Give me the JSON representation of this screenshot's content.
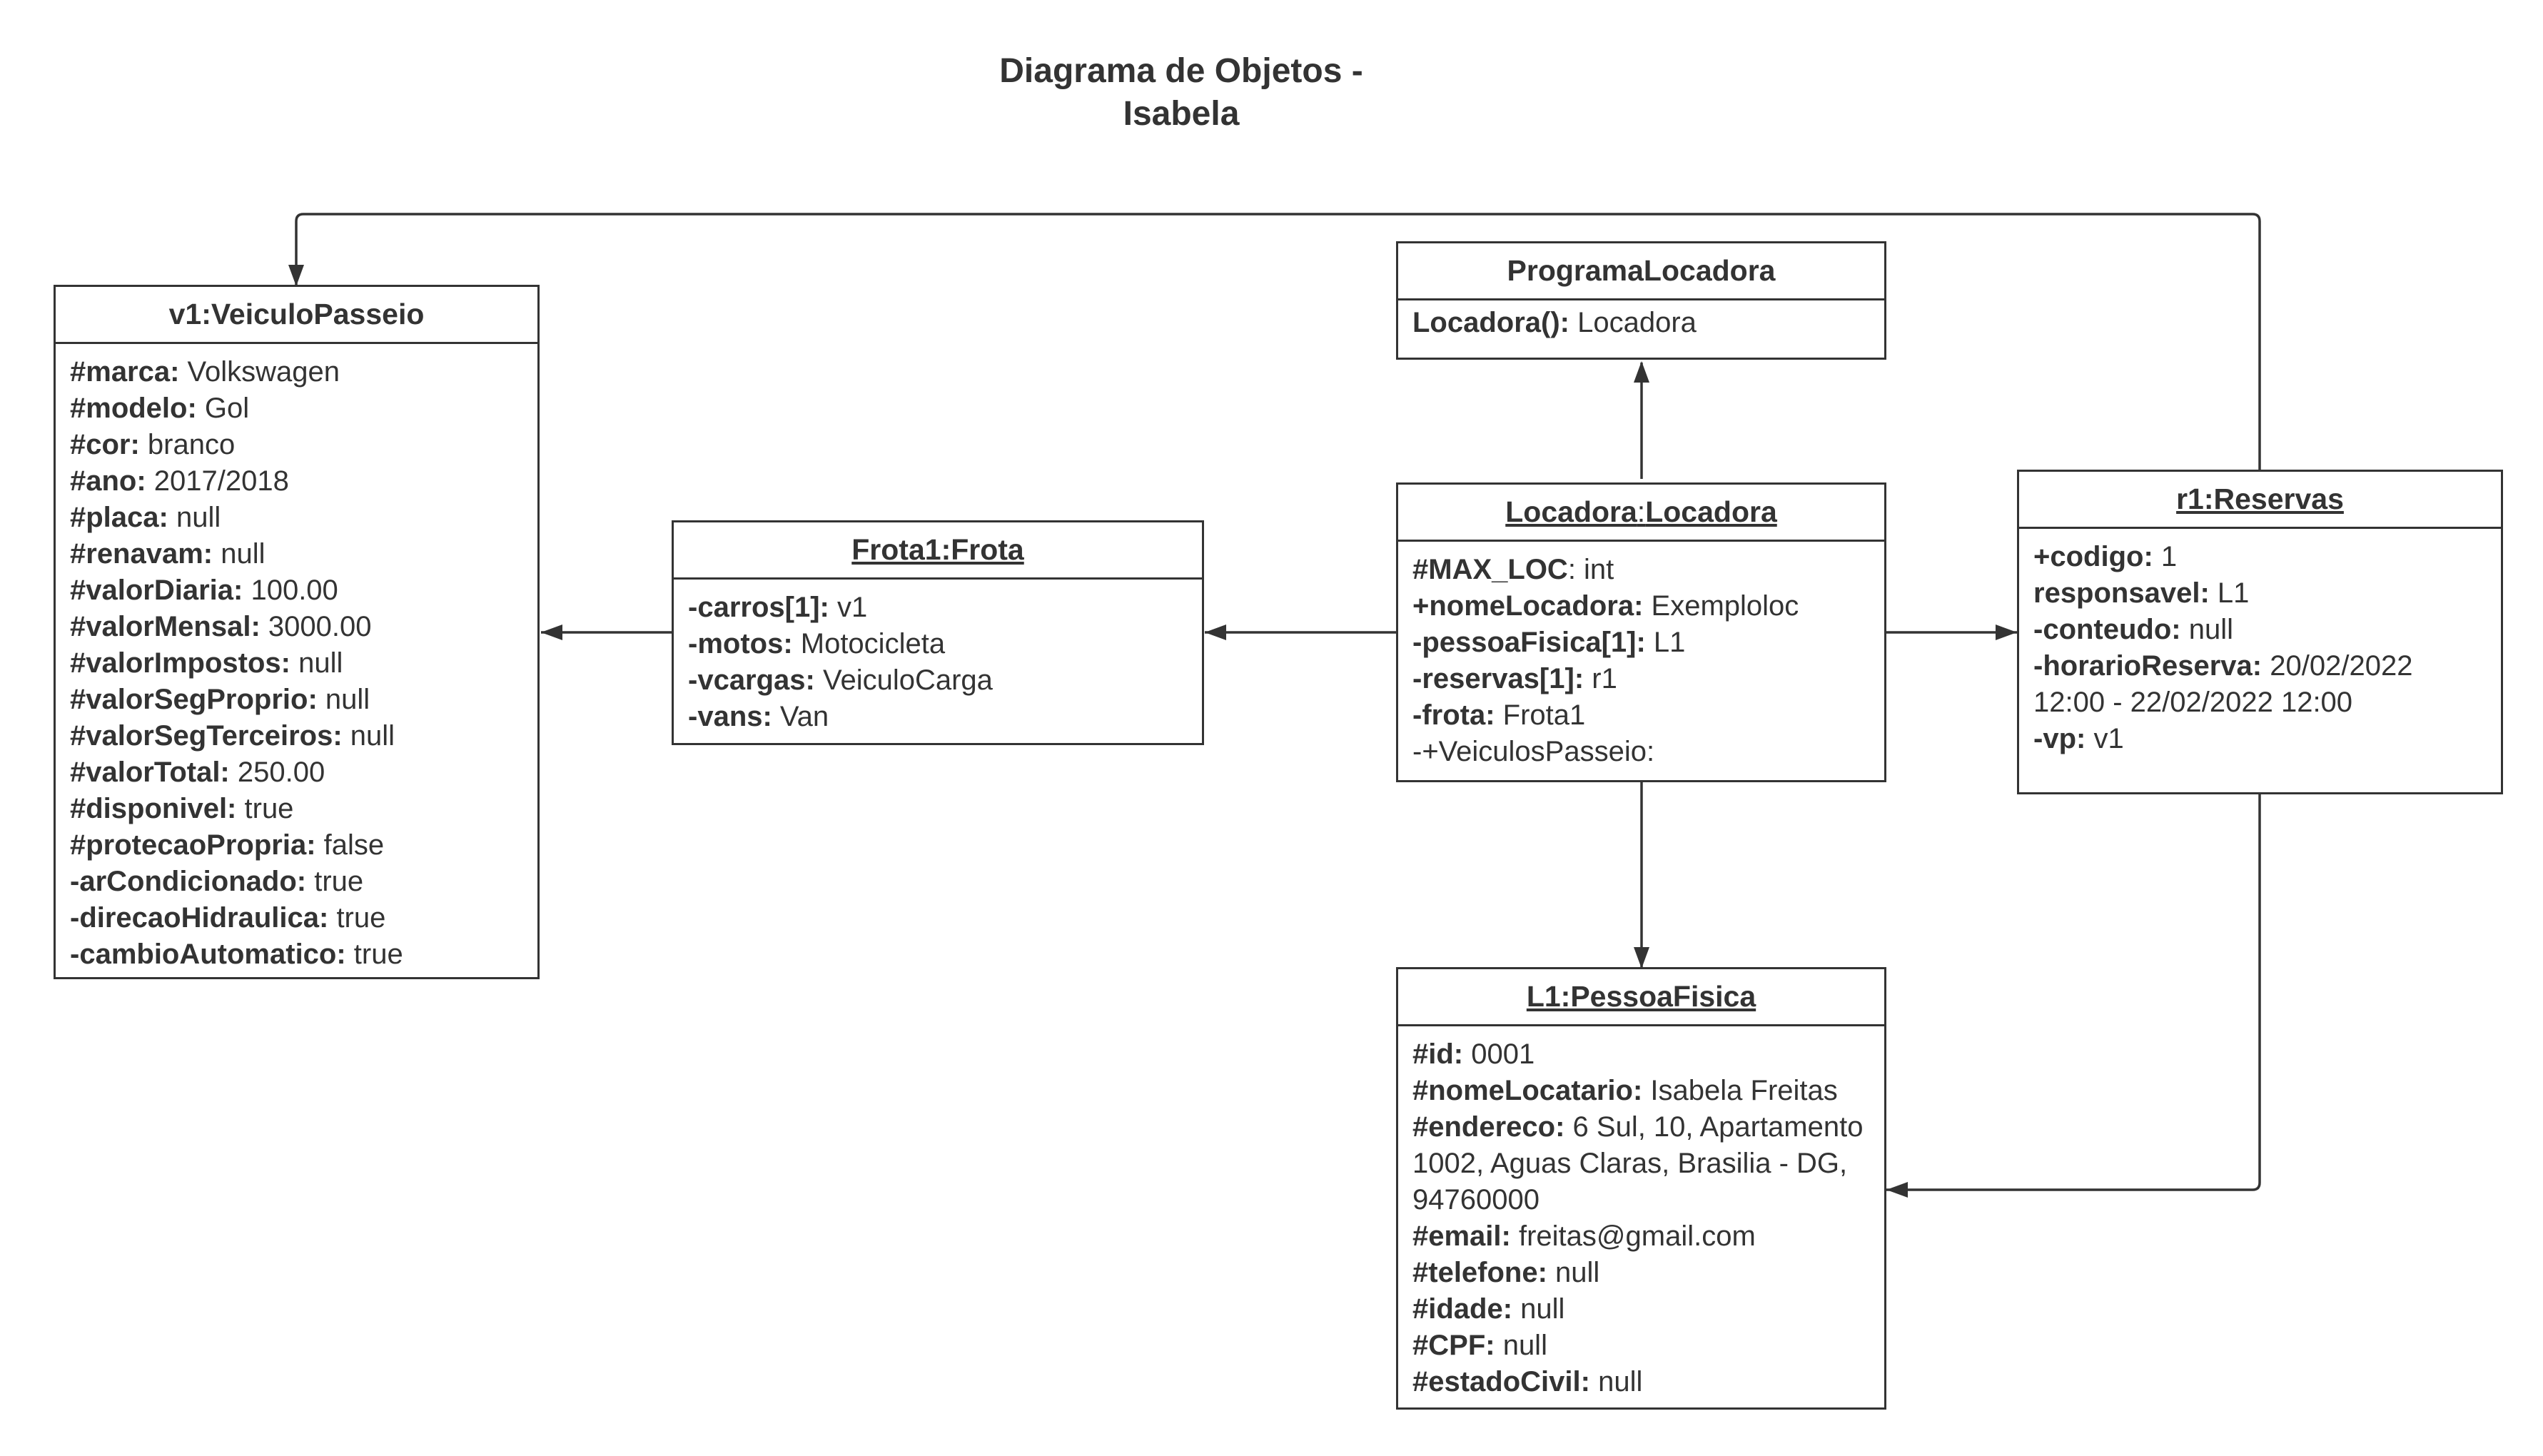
{
  "title": {
    "line1": "Diagrama de Objetos -",
    "line2": "Isabela"
  },
  "veiculo": {
    "header": "v1:VeiculoPasseio",
    "rows": [
      {
        "key": "#marca:",
        "val": " Volkswagen"
      },
      {
        "key": "#modelo:",
        "val": " Gol"
      },
      {
        "key": "#cor:",
        "val": " branco"
      },
      {
        "key": "#ano:",
        "val": " 2017/2018"
      },
      {
        "key": "#placa:",
        "val": " null"
      },
      {
        "key": "#renavam:",
        "val": " null"
      },
      {
        "key": "#valorDiaria:",
        "val": " 100.00"
      },
      {
        "key": "#valorMensal:",
        "val": " 3000.00"
      },
      {
        "key": "#valorImpostos:",
        "val": " null"
      },
      {
        "key": "#valorSegProprio:",
        "val": " null"
      },
      {
        "key": "#valorSegTerceiros:",
        "val": " null"
      },
      {
        "key": "#valorTotal:",
        "val": " 250.00"
      },
      {
        "key": "#disponivel:",
        "val": " true"
      },
      {
        "key": "#protecaoPropria:",
        "val": " false"
      },
      {
        "key": "-arCondicionado:",
        "val": " true"
      },
      {
        "key": "-direcaoHidraulica:",
        "val": " true"
      },
      {
        "key": "-cambioAutomatico:",
        "val": " true"
      }
    ]
  },
  "frota": {
    "header": "Frota1:Frota",
    "rows": [
      {
        "key": "-carros[1]:",
        "val": " v1"
      },
      {
        "key": "-motos:",
        "val": " Motocicleta"
      },
      {
        "key": "-vcargas:",
        "val": " VeiculoCarga"
      },
      {
        "key": "-vans:",
        "val": " Van"
      }
    ]
  },
  "programa": {
    "header": "ProgramaLocadora",
    "rows": [
      {
        "key": "Locadora():",
        "val": " Locadora"
      }
    ]
  },
  "locadora": {
    "header_object": "Locadora",
    "header_sep": ":",
    "header_class": "Locadora",
    "rows": [
      {
        "key": "#MAX_LOC",
        "val": ": int"
      },
      {
        "key": "+nomeLocadora:",
        "val": " Exemploloc"
      },
      {
        "key": "-pessoaFisica[1]:",
        "val": " L1"
      },
      {
        "key": "-reservas[1]:",
        "val": " r1"
      },
      {
        "key": "-frota:",
        "val": " Frota1"
      },
      {
        "key": "",
        "val": "-+VeiculosPasseio:"
      }
    ]
  },
  "reservas": {
    "header": "r1:Reservas",
    "rows": [
      {
        "key": "+codigo:",
        "val": " 1"
      },
      {
        "key": "responsavel:",
        "val": " L1"
      },
      {
        "key": "-conteudo:",
        "val": " null"
      },
      {
        "key": "-horarioReserva:",
        "val": " 20/02/2022 12:00 - 22/02/2022 12:00"
      },
      {
        "key": "-vp:",
        "val": " v1"
      }
    ]
  },
  "pessoa": {
    "header": "L1:PessoaFisica",
    "rows": [
      {
        "key": "#id:",
        "val": " 0001"
      },
      {
        "key": "#nomeLocatario:",
        "val": " Isabela Freitas"
      },
      {
        "key": "#endereco:",
        "val": " 6 Sul, 10, Apartamento 1002, Aguas Claras, Brasilia - DG, 94760000"
      },
      {
        "key": "#email:",
        "val": " freitas@gmail.com"
      },
      {
        "key": "#telefone:",
        "val": " null"
      },
      {
        "key": "#idade:",
        "val": " null"
      },
      {
        "key": "#CPF:",
        "val": " null"
      },
      {
        "key": "#estadoCivil:",
        "val": " null"
      }
    ]
  }
}
